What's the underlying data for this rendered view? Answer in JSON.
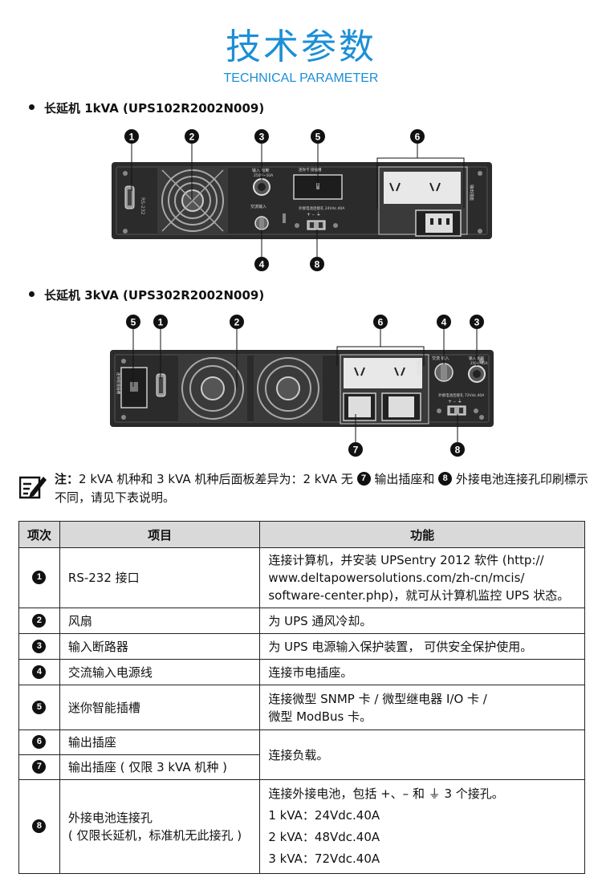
{
  "header": {
    "title": "技术参数",
    "subtitle": "TECHNICAL PARAMETER"
  },
  "section1": {
    "title": "长延机 1kVA (UPS102R2002N009)"
  },
  "section2": {
    "title": "长延机 3kVA (UPS302R2002N009)"
  },
  "diagram1": {
    "labels": {
      "breaker": "输入  熔断",
      "breaker_sub": "250V~10A",
      "slot": "迷你卡  接插槽",
      "ac_in": "交流输入",
      "battery": "外接电池连接孔 24Vdc.40A",
      "output": "输出插座"
    }
  },
  "diagram2": {
    "labels": {
      "ac_in": "交流 输入",
      "breaker": "输入  熔断",
      "breaker_sub": "250V~25A",
      "battery": "外接电池连接孔 72Vdc.40A",
      "output": "输出插座",
      "slot": "迷你智能插槽"
    }
  },
  "note": {
    "label": "注：",
    "part1": "2 kVA 机种和 3 kVA 机种后面板差异为：2 kVA 无",
    "ref1": "7",
    "part2": "输出插座和",
    "ref2": "8",
    "part3": "外接电池连接孔印刷標示不同，请见下表说明。"
  },
  "table": {
    "headers": [
      "项次",
      "项目",
      "功能"
    ],
    "rows": [
      {
        "num": "1",
        "item": "RS-232 接口",
        "func": [
          "连接计算机，并安装 UPSentry 2012 软件 (http://",
          "www.deltapowersolutions.com/zh-cn/mcis/",
          "software-center.php)，就可从计算机监控 UPS 状态。"
        ]
      },
      {
        "num": "2",
        "item": "风扇",
        "func": [
          "为 UPS 通风冷却。"
        ]
      },
      {
        "num": "3",
        "item": "输入断路器",
        "func": [
          "为 UPS 电源输入保护装置， 可供安全保护使用。"
        ]
      },
      {
        "num": "4",
        "item": "交流输入电源线",
        "func": [
          "连接市电插座。"
        ]
      },
      {
        "num": "5",
        "item": "迷你智能插槽",
        "func": [
          "连接微型 SNMP 卡 / 微型继电器 I/O 卡 /",
          "微型 ModBus 卡。"
        ]
      },
      {
        "num": "6",
        "item": "输出插座",
        "func": [
          "连接负载。"
        ]
      },
      {
        "num": "7",
        "item": "输出插座 ( 仅限 3 kVA 机种 )",
        "func": []
      },
      {
        "num": "8",
        "item": [
          "外接电池连接孔",
          "( 仅限长延机，标准机无此接孔 )"
        ],
        "func": [
          "连接外接电池，包括 +、– 和 ⏚ 3 个接孔。",
          "1 kVA：24Vdc.40A",
          "2 kVA：48Vdc.40A",
          "3 kVA：72Vdc.40A"
        ]
      }
    ]
  }
}
